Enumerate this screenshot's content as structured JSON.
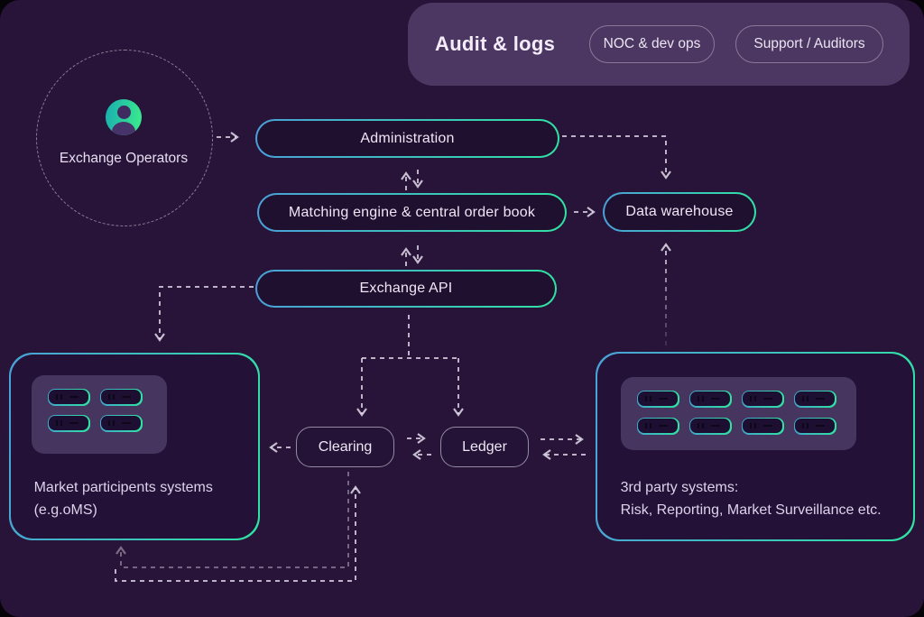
{
  "audit_panel": {
    "title": "Audit & logs",
    "pills": [
      "NOC & dev ops",
      "Support / Auditors"
    ]
  },
  "actors": {
    "exchange_operators": {
      "label": "Exchange Operators",
      "icon": "user-avatar-icon"
    }
  },
  "nodes": {
    "administration": "Administration",
    "matching_engine": "Matching engine & central order book",
    "exchange_api": "Exchange API",
    "data_warehouse": "Data warehouse",
    "clearing": "Clearing",
    "ledger": "Ledger"
  },
  "systems": {
    "market_participants": {
      "line1": "Market participents systems",
      "line2": "(e.g.oMS)",
      "server_count": 4
    },
    "third_party": {
      "line1": "3rd party systems:",
      "line2": "Risk, Reporting,  Market Surveillance etc.",
      "server_count": 8
    }
  },
  "edges": [
    {
      "from": "exchange_operators",
      "to": "administration",
      "direction": "right"
    },
    {
      "from": "administration",
      "to": "matching_engine",
      "direction": "both"
    },
    {
      "from": "matching_engine",
      "to": "exchange_api",
      "direction": "both"
    },
    {
      "from": "administration",
      "to": "data_warehouse",
      "direction": "down"
    },
    {
      "from": "matching_engine",
      "to": "data_warehouse",
      "direction": "right"
    },
    {
      "from": "third_party",
      "to": "data_warehouse",
      "direction": "up"
    },
    {
      "from": "exchange_api",
      "to": "market_participants",
      "direction": "down"
    },
    {
      "from": "exchange_api",
      "to": "clearing",
      "direction": "down"
    },
    {
      "from": "exchange_api",
      "to": "ledger",
      "direction": "down"
    },
    {
      "from": "clearing",
      "to": "market_participants",
      "direction": "left"
    },
    {
      "from": "clearing",
      "to": "ledger",
      "direction": "both"
    },
    {
      "from": "ledger",
      "to": "third_party",
      "direction": "both"
    },
    {
      "from": "clearing",
      "to": "market_participants",
      "direction": "loop-bottom"
    },
    {
      "from": "market_participants",
      "to": "clearing",
      "direction": "loop-bottom"
    }
  ],
  "colors": {
    "background": "#281438",
    "panel": "#4b3761",
    "accent_blue": "#4aa0d8",
    "accent_green": "#2fe3a2",
    "dash": "#ded6e8",
    "text": "#eee6f5"
  }
}
